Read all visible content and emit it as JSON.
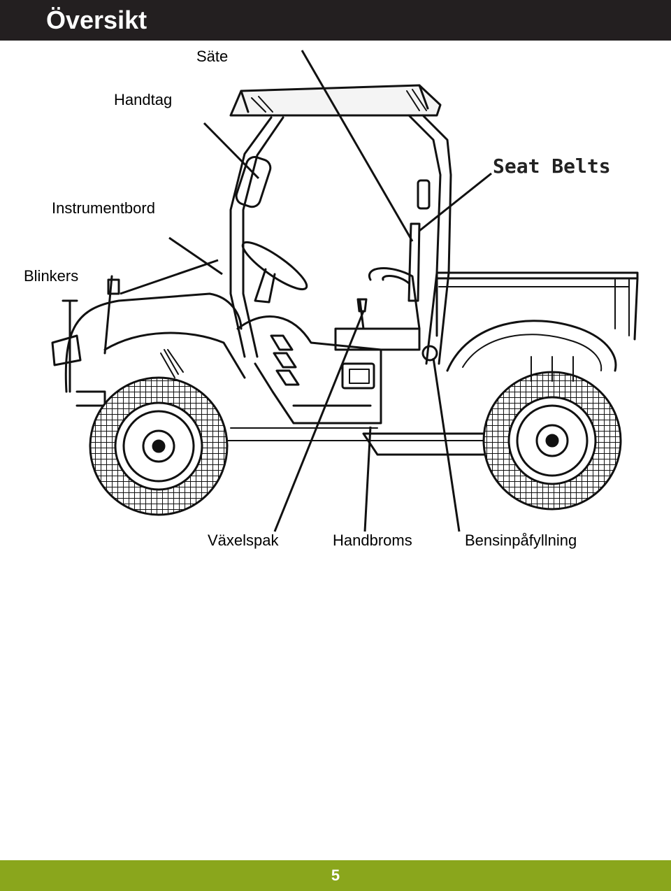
{
  "header": {
    "title": "Översikt"
  },
  "labels": {
    "seat": "Säte",
    "handle": "Handtag",
    "dashboard": "Instrumentbord",
    "indicators": "Blinkers",
    "seat_belts": "Seat Belts",
    "gear_lever": "Växelspak",
    "handbrake": "Handbroms",
    "fuel_filler": "Bensinpåfyllning"
  },
  "footer": {
    "page_number": "5"
  },
  "colors": {
    "header_bg": "#231f20",
    "footer_bg": "#8aa61c"
  }
}
